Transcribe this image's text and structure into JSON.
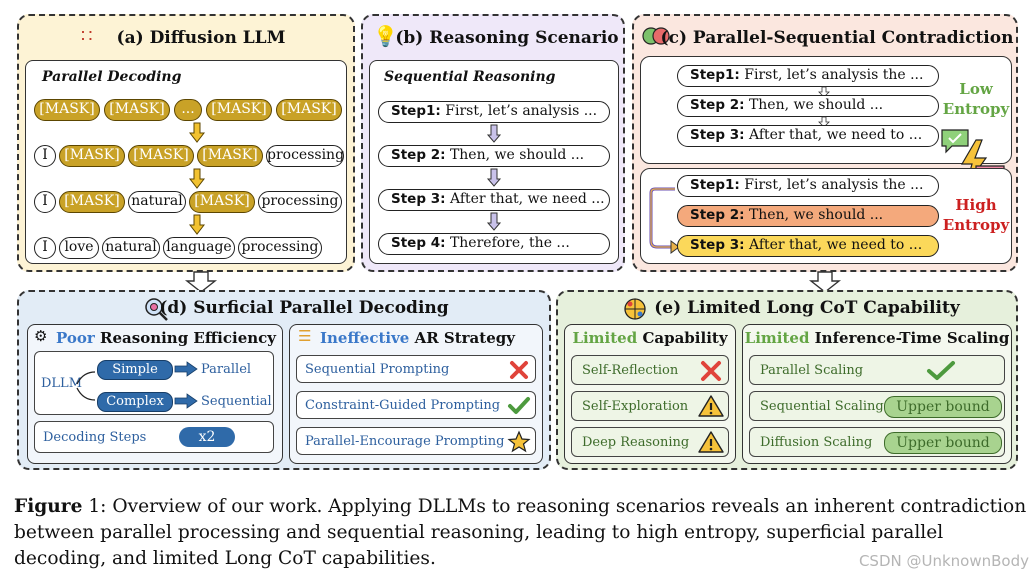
{
  "panels": {
    "a": {
      "title": "(a) Diffusion LLM",
      "header": "Parallel Decoding",
      "row1": [
        "[MASK]",
        "[MASK]",
        "...",
        "[MASK]",
        "[MASK]"
      ],
      "row2": [
        "I",
        "[MASK]",
        "[MASK]",
        "[MASK]",
        "processing"
      ],
      "row3": [
        "I",
        "[MASK]",
        "natural",
        "[MASK]",
        "processing"
      ],
      "row4": [
        "I",
        "love",
        "natural",
        "language",
        "processing"
      ]
    },
    "b": {
      "title": "(b) Reasoning Scenario",
      "header": "Sequential Reasoning",
      "steps": [
        {
          "label": "Step1:",
          "text": " First, let’s analysis ..."
        },
        {
          "label": "Step 2:",
          "text": " Then, we should ..."
        },
        {
          "label": "Step 3:",
          "text": " After that, we need ..."
        },
        {
          "label": "Step 4:",
          "text": " Therefore, the ..."
        }
      ]
    },
    "c": {
      "title": "(c) Parallel-Sequential Contradiction",
      "top_steps": [
        {
          "label": "Step1:",
          "text": " First, let’s analysis the ..."
        },
        {
          "label": "Step 2:",
          "text": " Then, we should ..."
        },
        {
          "label": "Step 3:",
          "text": " After that, we need to ..."
        }
      ],
      "bottom_steps": [
        {
          "label": "Step1:",
          "text": " First, let’s analysis the ..."
        },
        {
          "label": "Step 2:",
          "text": " Then, we should ..."
        },
        {
          "label": "Step 3:",
          "text": " After that, we need to ..."
        }
      ],
      "low_entropy": [
        "Low",
        "Entropy"
      ],
      "high_entropy": [
        "High",
        "Entropy"
      ]
    },
    "d": {
      "title": "(d) Surficial Parallel Decoding",
      "left": {
        "title_colored": "Poor",
        "title_rest": " Reasoning Efficiency",
        "dllm": "DLLM",
        "simple": "Simple",
        "complex": "Complex",
        "parallel": "Parallel",
        "sequential": "Sequential",
        "steps_label": "Decoding Steps",
        "steps_value": "x2"
      },
      "right": {
        "title_colored": "Ineffective",
        "title_rest": " AR Strategy",
        "items": [
          "Sequential Prompting",
          "Constraint-Guided Prompting",
          "Parallel-Encourage Prompting"
        ]
      }
    },
    "e": {
      "title": "(e) Limited Long CoT Capability",
      "left": {
        "title_colored": "Limited",
        "title_rest": " Capability",
        "items": [
          "Self-Reflection",
          "Self-Exploration",
          "Deep Reasoning"
        ]
      },
      "right": {
        "title_colored": "Limited",
        "title_rest": " Inference-Time Scaling",
        "items": [
          "Parallel Scaling",
          "Sequential Scaling",
          "Diffusion Scaling"
        ],
        "bound": "Upper bound"
      }
    }
  },
  "caption": {
    "label": "Figure",
    "num": " 1",
    "text": ": Overview of our work. Applying DLLMs to reasoning scenarios reveals an inherent contradiction between parallel processing and sequential reasoning, leading to high entropy, superficial parallel decoding, and limited Long CoT capabilities."
  },
  "watermark": "CSDN @UnknownBody",
  "colors": {
    "panel_a_bg": "#fdf3d5",
    "panel_b_bg": "#efe8f9",
    "panel_c_bg": "#fbe7df",
    "panel_d_bg": "#e2ecf6",
    "panel_e_bg": "#e6f0dc",
    "mask": "#c9a227",
    "blue_accent": "#3a78c9",
    "green_accent": "#64a544",
    "red_accent": "#cc2020",
    "step2_orange": "#f4a97c",
    "step3_yellow": "#fbd85a"
  }
}
